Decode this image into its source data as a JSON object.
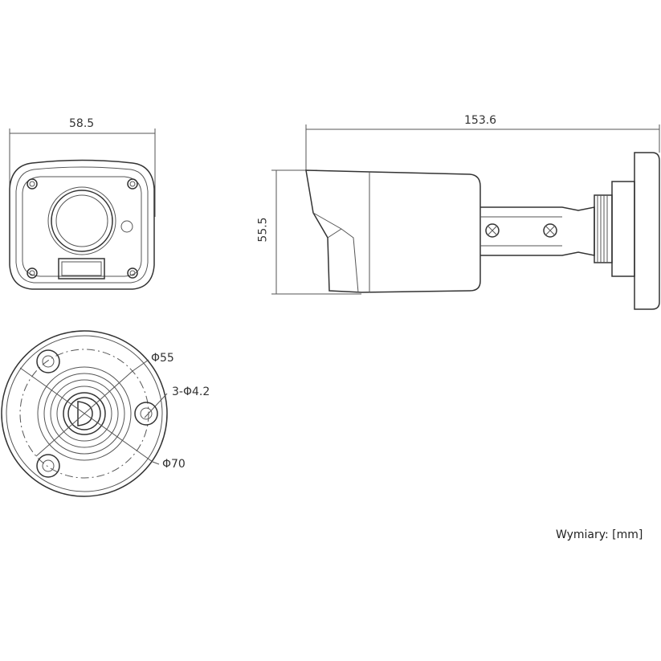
{
  "dimensions": {
    "width": "58.5",
    "length": "153.6",
    "height": "55.5",
    "mount_inner_diameter": "Φ55",
    "screw_holes": "3-Φ4.2",
    "mount_outer_diameter": "Φ70"
  },
  "units_note": "Wymiary: [mm]"
}
